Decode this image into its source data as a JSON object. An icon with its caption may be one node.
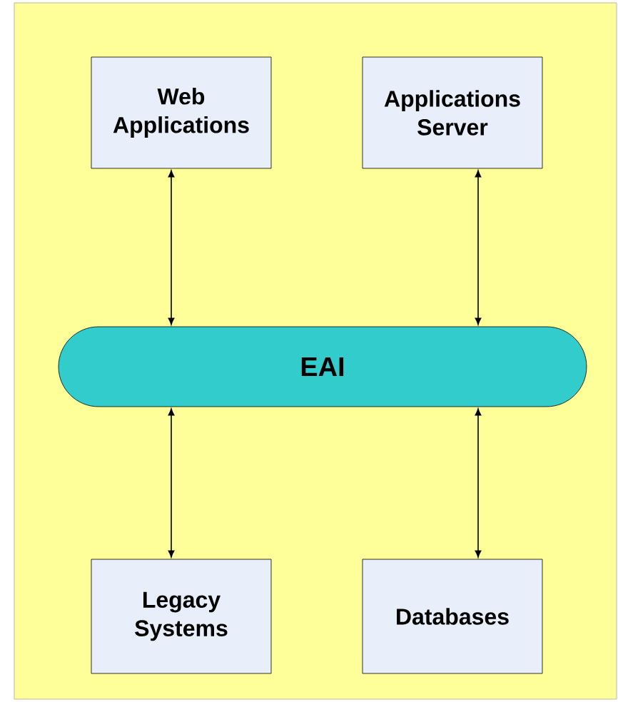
{
  "diagram": {
    "nodes": [
      {
        "text": [
          "Web Applications"
        ]
      },
      {
        "text": [
          "Applications Server"
        ]
      },
      {
        "text": [
          "EAI"
        ]
      },
      {
        "text": [
          "Legacy Systems"
        ]
      },
      {
        "text": [
          "Databases"
        ]
      }
    ],
    "edges": [
      {
        "from": 0,
        "to": 2,
        "arrow": "both"
      },
      {
        "from": 1,
        "to": 2,
        "arrow": "both"
      },
      {
        "from": 3,
        "to": 2,
        "arrow": "both"
      },
      {
        "from": 4,
        "to": 2,
        "arrow": "both"
      }
    ]
  }
}
